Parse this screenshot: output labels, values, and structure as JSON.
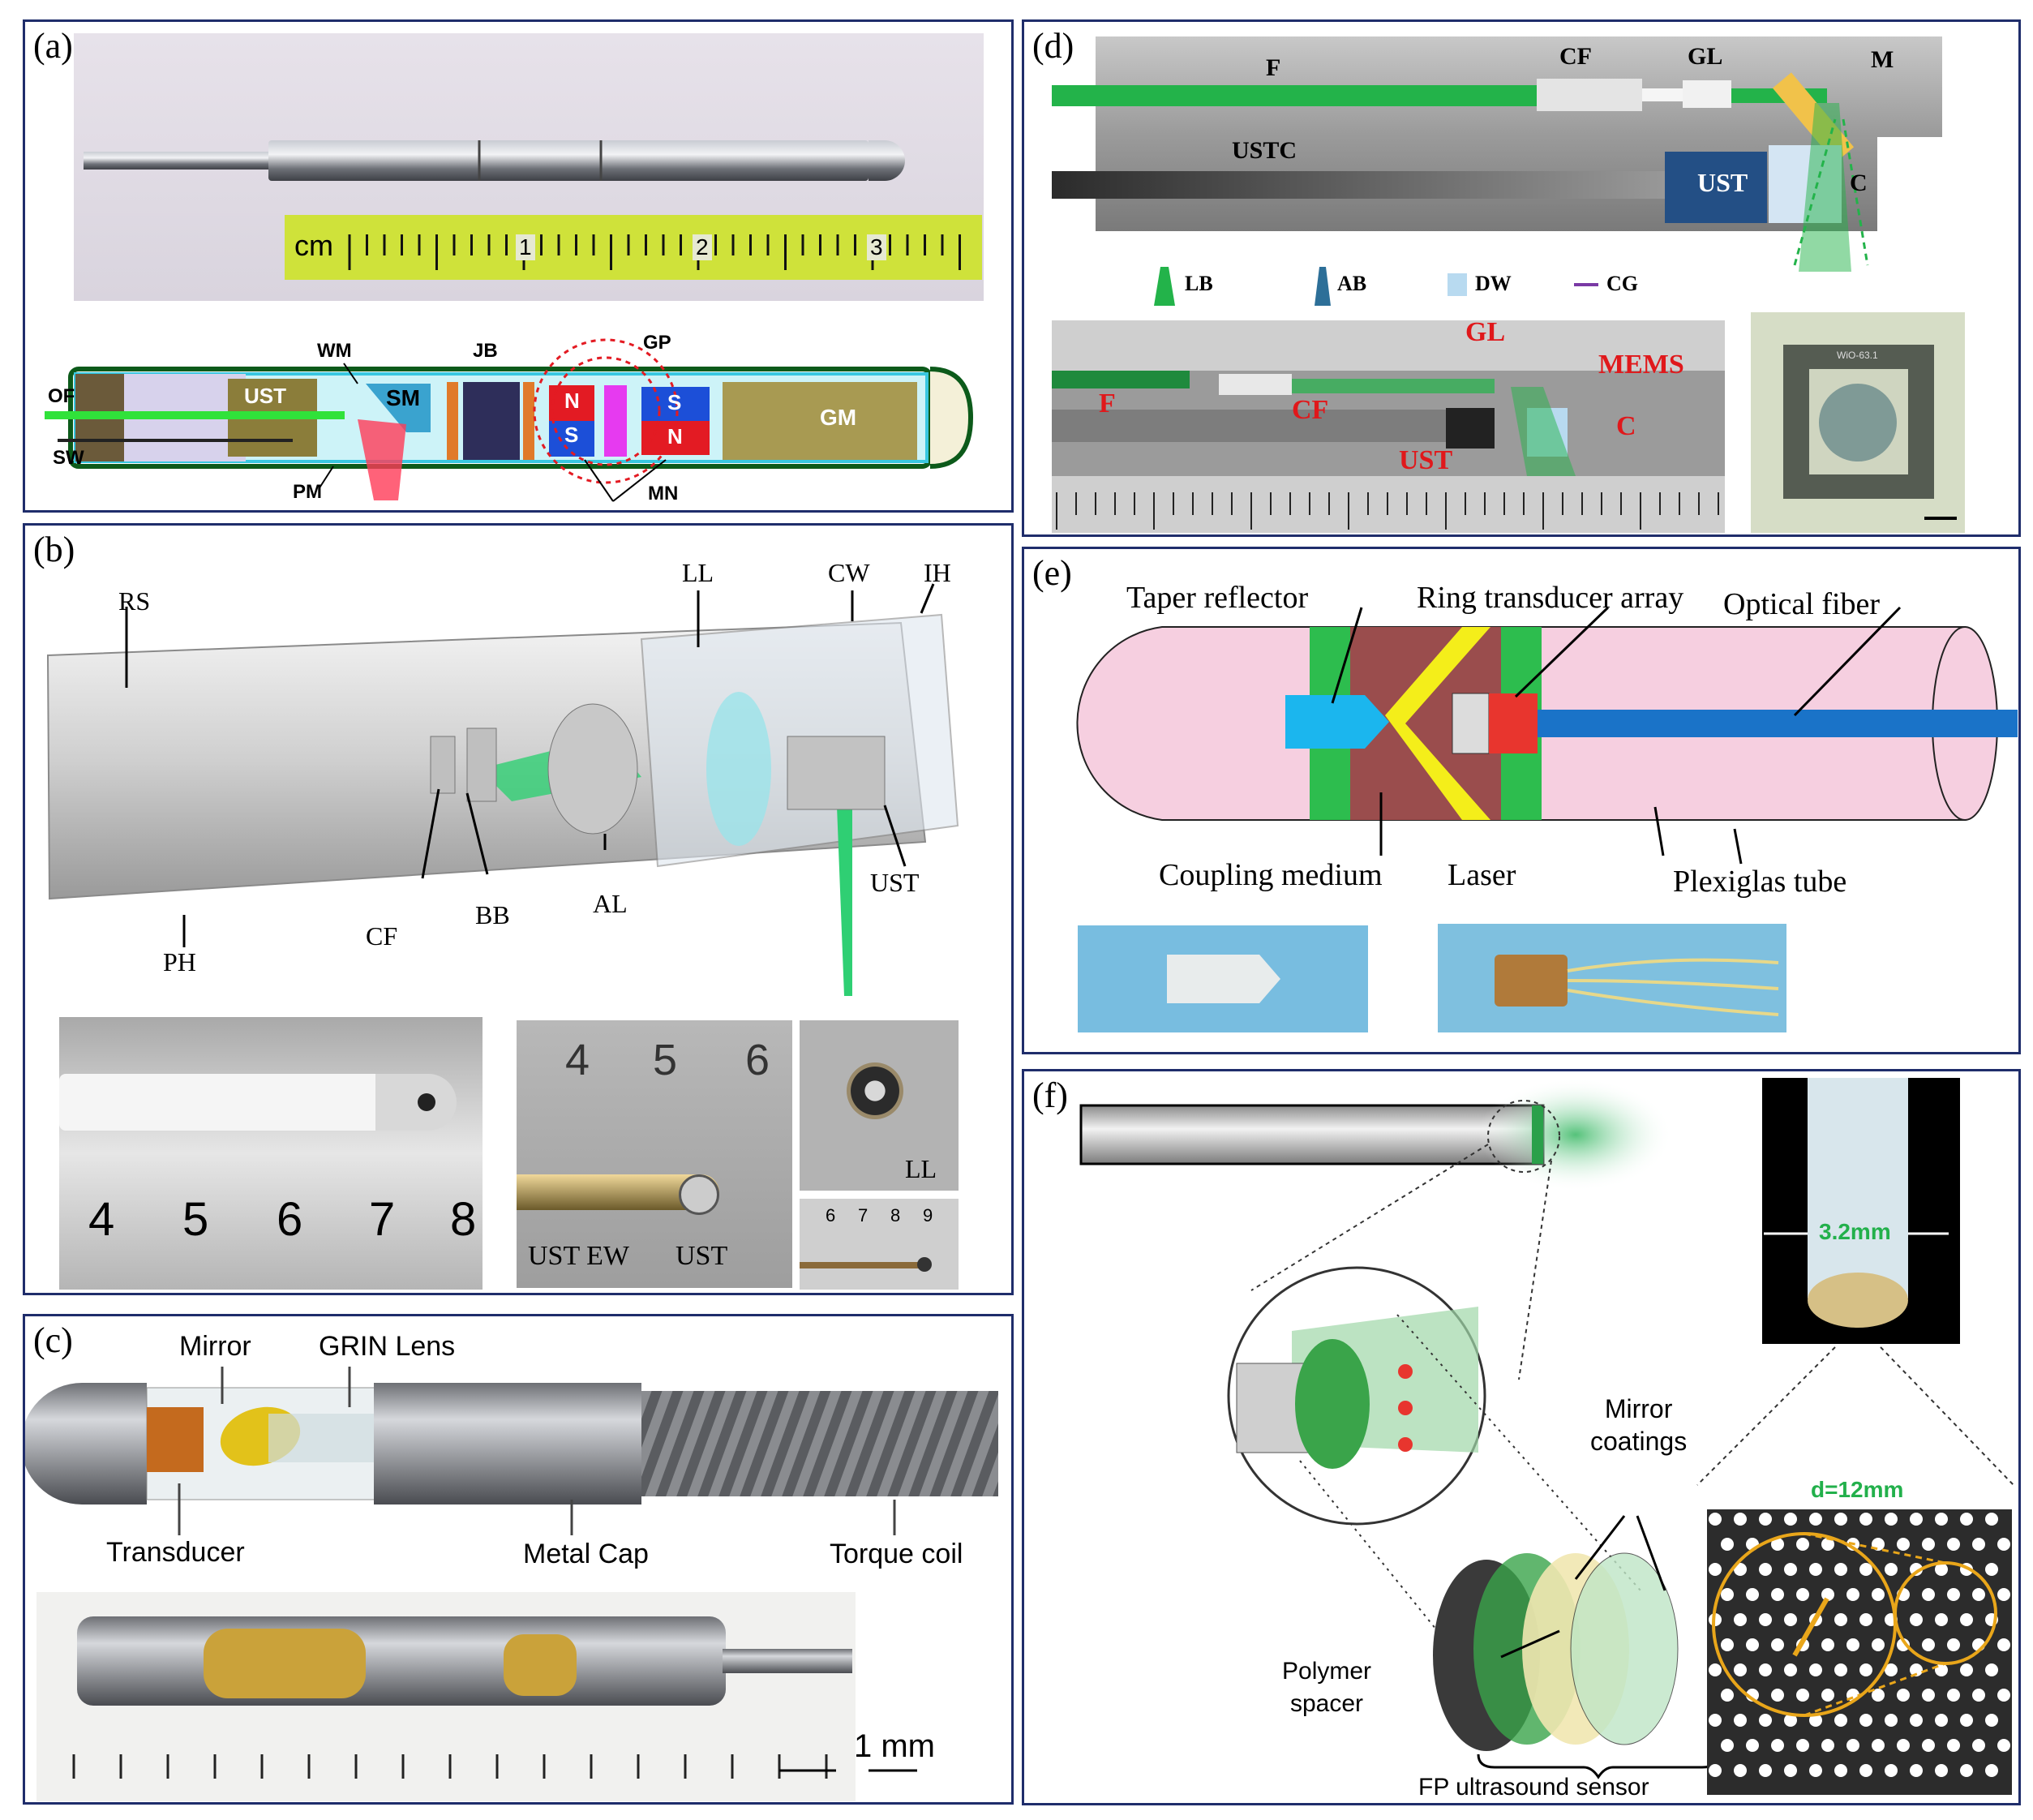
{
  "colors": {
    "panel_border": "#1f2d6b",
    "green": "#21b04b",
    "laser_green": "#3cc86a",
    "ust_olive": "#8b7d3a",
    "magnet_red": "#e31b23",
    "magnet_blue": "#1c4fd8",
    "cyan": "#7fe3f2",
    "pink": "#f6cfe0",
    "yellow": "#f2e200",
    "steel": "#9aa0a8",
    "mems_label_red": "#e0181b"
  },
  "panels": {
    "a": {
      "label": "(a)",
      "ruler_unit": "cm",
      "ruler_ticks": [
        "1",
        "2",
        "3"
      ],
      "labels": {
        "OF": "OF",
        "SW": "SW",
        "UST": "UST",
        "WM": "WM",
        "PM": "PM",
        "SM": "SM",
        "JB": "JB",
        "GP": "GP",
        "N1": "N",
        "S1": "S",
        "S2": "S",
        "N2": "N",
        "MN": "MN",
        "GM": "GM"
      }
    },
    "b": {
      "label": "(b)",
      "labels": {
        "RS": "RS",
        "LL": "LL",
        "CW": "CW",
        "IH": "IH",
        "PH": "PH",
        "CF": "CF",
        "BB": "BB",
        "AL": "AL",
        "UST": "UST"
      },
      "photo1_ticks": [
        "4",
        "5",
        "6",
        "7",
        "8"
      ],
      "photo2_ticks": [
        "4",
        "5",
        "6"
      ],
      "photo2_labels": {
        "ust_ew": "UST EW",
        "ust": "UST"
      },
      "photo3_label": "LL",
      "photo4_ticks": [
        "6",
        "7",
        "8",
        "9"
      ]
    },
    "c": {
      "label": "(c)",
      "labels": {
        "mirror": "Mirror",
        "grin": "GRIN Lens",
        "transducer": "Transducer",
        "cap": "Metal Cap",
        "coil": "Torque coil"
      },
      "scale": "1 mm"
    },
    "d": {
      "label": "(d)",
      "labels": {
        "F": "F",
        "CF": "CF",
        "GL": "GL",
        "M": "M",
        "USTC": "USTC",
        "UST": "UST",
        "C": "C"
      },
      "legend": [
        {
          "key": "LB",
          "icon": "laser-beam-icon"
        },
        {
          "key": "AB",
          "icon": "acoustic-beam-icon"
        },
        {
          "key": "DW",
          "icon": "dw-swatch-icon"
        },
        {
          "key": "CG",
          "icon": "cg-line-icon"
        }
      ],
      "photo_labels": {
        "GL": "GL",
        "MEMS": "MEMS",
        "F": "F",
        "CF": "CF",
        "UST": "UST",
        "C": "C"
      },
      "chip_text": "WiO-63.1"
    },
    "e": {
      "label": "(e)",
      "labels": {
        "taper": "Taper reflector",
        "ring": "Ring transducer array",
        "fiber": "Optical fiber",
        "coupling": "Coupling medium",
        "laser": "Laser",
        "tube": "Plexiglas tube"
      }
    },
    "f": {
      "label": "(f)",
      "labels": {
        "mirror": "Mirror\ncoatings",
        "polymer": "Polymer\nspacer",
        "sensor": "FP ultrasound sensor",
        "dia": "3.2mm",
        "d": "d=12mm"
      }
    }
  }
}
